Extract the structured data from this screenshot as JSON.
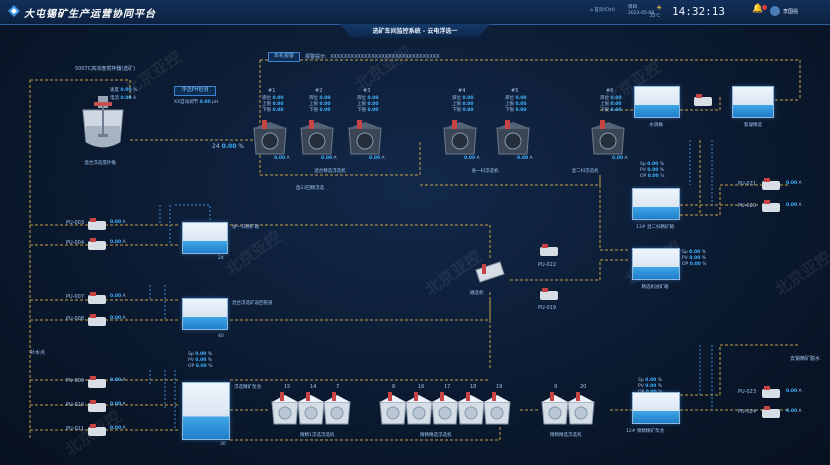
{
  "header": {
    "title": "大屯锡矿生产运营协同平台",
    "nav_label": "首页(Ctrl)",
    "date_label": "周四",
    "date": "2023-05-08",
    "weather_temp": "25°C",
    "weather_text": "多云",
    "time": "14:32:13",
    "user": "李国强"
  },
  "subtitle": "选矿车间监控系统 - 云电浮选一",
  "tabs": {
    "tab1": "单机报警",
    "status_prefix": "报警提示:",
    "status_text": "XXXXXXXXXXXXXXXXXXXXXXXXXXXXXXXX"
  },
  "mixer": {
    "top_note": "5007C高浓度搅拌器(选矿)",
    "rate_label": "速度",
    "rate_val": "0.00",
    "rate_unit": "%",
    "cur_label": "电流",
    "cur_val": "0.00",
    "cur_unit": "A",
    "name": "混合浮选搅拌桶"
  },
  "dosing": {
    "button": "浮选PH检测",
    "ph_label": "XX自动调节",
    "ph_val": "0.00",
    "ph_unit": "pH"
  },
  "cells_top": [
    {
      "num": "#1",
      "v1": "0.00",
      "v2": "0.00",
      "v3": "0.00",
      "cur": "0.00"
    },
    {
      "num": "#2",
      "v1": "0.00",
      "v2": "0.00",
      "v3": "0.00",
      "cur": "0.00"
    },
    {
      "num": "#3",
      "v1": "0.00",
      "v2": "0.00",
      "v3": "0.00",
      "cur": "0.00"
    },
    {
      "num": "#4",
      "v1": "0.00",
      "v2": "0.00",
      "v3": "0.00",
      "cur": "0.00"
    },
    {
      "num": "#5",
      "v1": "0.00",
      "v2": "0.00",
      "v3": "0.00",
      "cur": "0.00"
    },
    {
      "num": "#6",
      "v1": "0.00",
      "v2": "0.00",
      "v3": "0.00",
      "cur": "0.00"
    }
  ],
  "cell_labels": {
    "l1": "液位",
    "l2": "上限",
    "l3": "下限",
    "unit_pct": "%",
    "unit_a": "A"
  },
  "group_labels": {
    "g1": "混合精选浮选机",
    "g1b": "直23回精浮选",
    "g2": "进一扫浮选机",
    "g3": "混二扫浮选机"
  },
  "level24": {
    "label": "24",
    "val": "0.00",
    "unit": "%"
  },
  "right_top": {
    "tank1": "水调桶",
    "tank2": "絮凝精选",
    "tank3": "13# 混二扫精矿箱",
    "tank4": "精选机溢矿箱",
    "p1": "PU-021",
    "p2": "PU-020",
    "sp": "Sp",
    "pv": "PV",
    "op": "OP",
    "val": "0.00",
    "unit": "%"
  },
  "left_pumps_1": {
    "p1": "PU-003",
    "p2": "PU-004",
    "val": "0.00",
    "unit": "A",
    "tank": "进一扫精矿箱",
    "num": "24"
  },
  "left_pumps_2": {
    "p1": "PU-007",
    "p2": "PU-008",
    "val": "0.00",
    "unit": "A",
    "tank": "混合浮选矿返回管道",
    "num": "40"
  },
  "mid": {
    "filter": "磁选机",
    "p1": "PU-022",
    "p2": "PU-019"
  },
  "left_pumps_3": {
    "top": "补水点",
    "p1": "PU-009",
    "p2": "PU-010",
    "p3": "PU-011",
    "val": "0.00",
    "unit": "A",
    "tank": "浮选精矿泵池",
    "num": "30"
  },
  "bottom_groups": {
    "b1_nums": [
      "15",
      "14",
      "7"
    ],
    "b1_label": "精精1浮选浮选机",
    "b2_nums": [
      "8",
      "16",
      "17",
      "18",
      "19"
    ],
    "b2_label": "精精精选浮选机",
    "b3_nums": [
      "9",
      "20"
    ],
    "b3_label": "精精精选浮选机",
    "tank": "12# 锡精精矿泵池",
    "right": "去锡精矿脱水",
    "p1": "PU-023",
    "p2": "PU-024"
  },
  "watermark": "北京亚控"
}
